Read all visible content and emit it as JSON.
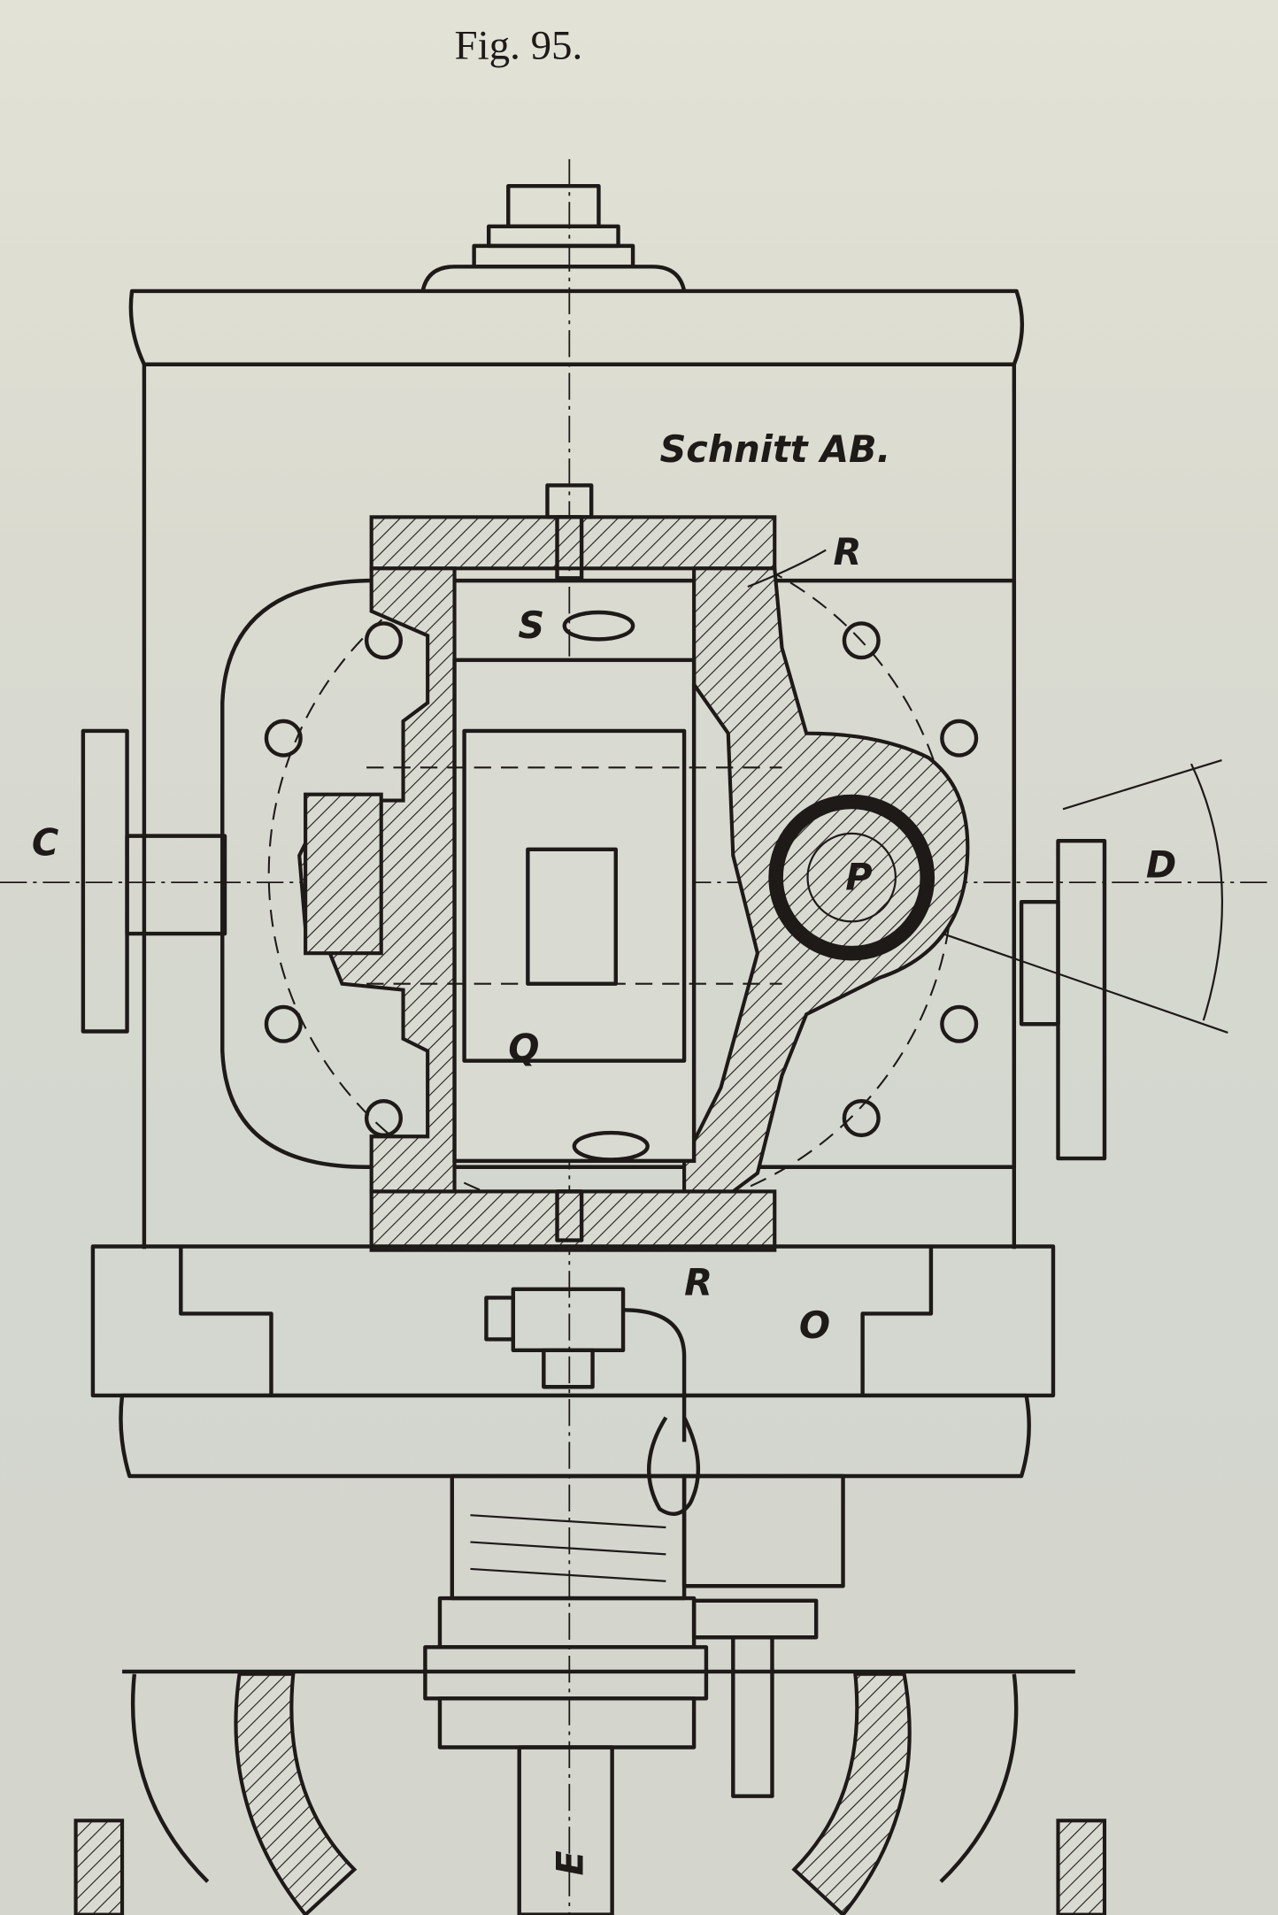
{
  "figure": {
    "caption": "Fig. 95.",
    "section_title": "Schnitt AB.",
    "labels": {
      "r_top": "R",
      "s": "S",
      "c": "C",
      "d": "D",
      "q": "Q",
      "p": "P",
      "r_bottom": "R",
      "o": "O",
      "e": "E"
    }
  },
  "colors": {
    "paper": "#dcdcd0",
    "ink": "#1e1a18"
  }
}
